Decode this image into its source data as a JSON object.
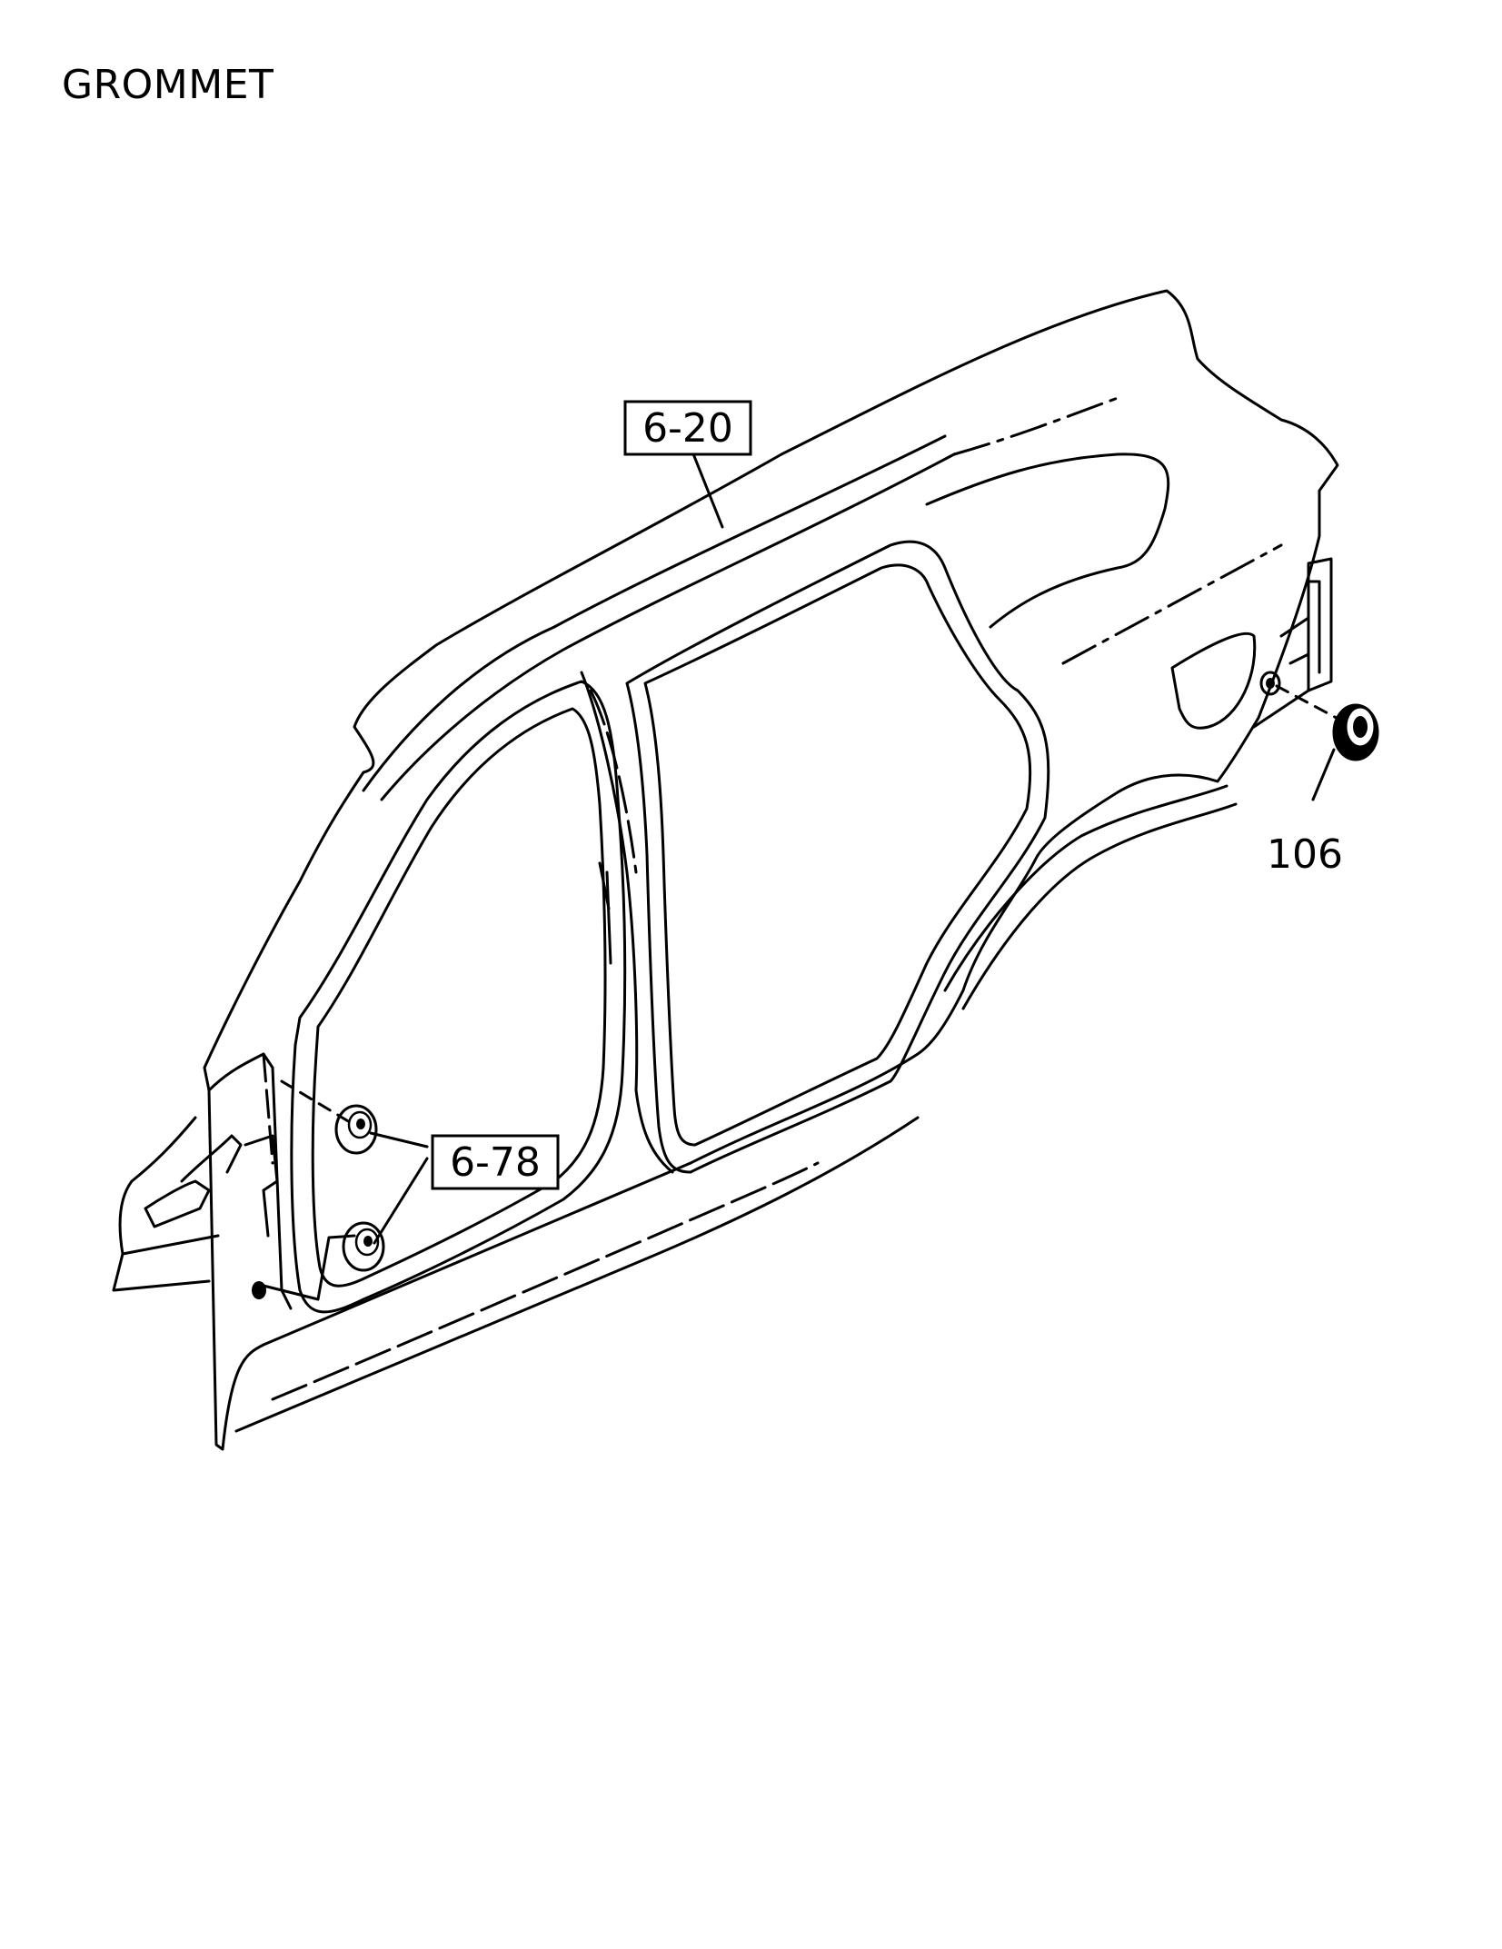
{
  "title": "GROMMET",
  "callouts": {
    "body_panel": "6-20",
    "grommets_front": "6-78",
    "grommet_rear": "106"
  },
  "colors": {
    "ink": "#000000",
    "background": "#ffffff"
  }
}
